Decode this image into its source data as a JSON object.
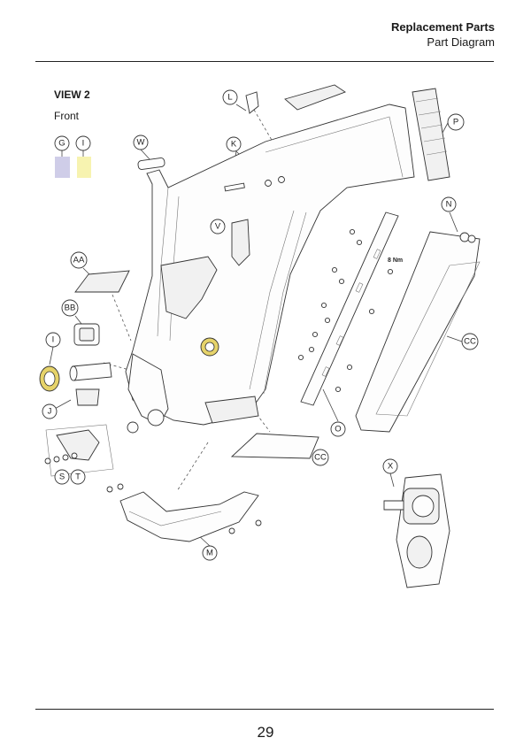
{
  "header": {
    "title": "Replacement Parts",
    "subtitle": "Part Diagram"
  },
  "view": {
    "title": "VIEW 2",
    "subtitle": "Front"
  },
  "torque_label": "8 Nm",
  "page_number": "29",
  "legend": [
    {
      "label": "G",
      "color": "#cfcde8"
    },
    {
      "label": "I",
      "color": "#f7f3b0"
    }
  ],
  "callouts": {
    "G": "G",
    "I": "I",
    "I2": "I",
    "W": "W",
    "L": "L",
    "K": "K",
    "P": "P",
    "V": "V",
    "N": "N",
    "AA": "AA",
    "BB": "BB",
    "J": "J",
    "S": "S",
    "T": "T",
    "O": "O",
    "CC": "CC",
    "CC2": "CC",
    "X": "X",
    "M": "M"
  },
  "colors": {
    "bearing": "#e6d36a",
    "legend_g": "#cfcde8",
    "legend_i": "#f7f3b0"
  }
}
